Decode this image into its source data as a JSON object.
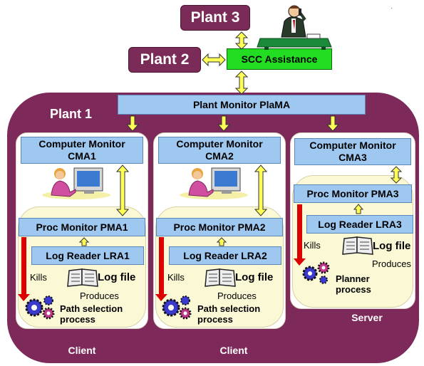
{
  "plant3": "Plant 3",
  "plant2": "Plant 2",
  "scc": "SCC Assistance",
  "plant1": "Plant 1",
  "plant_monitor": "Plant Monitor PlaMA",
  "columns": [
    {
      "cm_line1": "Computer Monitor",
      "cm_line2": "CMA1",
      "pm": "Proc Monitor PMA1",
      "lr": "Log Reader LRA1",
      "kills": "Kills",
      "logfile": "Log file",
      "produces": "Produces",
      "proc_line1": "Path selection",
      "proc_line2": "process",
      "label": "Client"
    },
    {
      "cm_line1": "Computer Monitor",
      "cm_line2": "CMA2",
      "pm": "Proc Monitor PMA2",
      "lr": "Log Reader LRA2",
      "kills": "Kills",
      "logfile": "Log file",
      "produces": "Produces",
      "proc_line1": "Path selection",
      "proc_line2": "process",
      "label": "Client"
    },
    {
      "cm_line1": "Computer Monitor",
      "cm_line2": "CMA3",
      "pm": "Proc Monitor PMA3",
      "lr": "Log Reader LRA3",
      "kills": "Kills",
      "logfile": "Log file",
      "produces": "Produces",
      "proc_line1": "Planner",
      "proc_line2": "process",
      "label": "Server"
    }
  ],
  "colors": {
    "plant": "#7a2b57",
    "scc": "#22dd22",
    "monitor": "#9fc8f0",
    "arrow_yellow": "#ffff55",
    "kill_red": "#dd0000"
  }
}
